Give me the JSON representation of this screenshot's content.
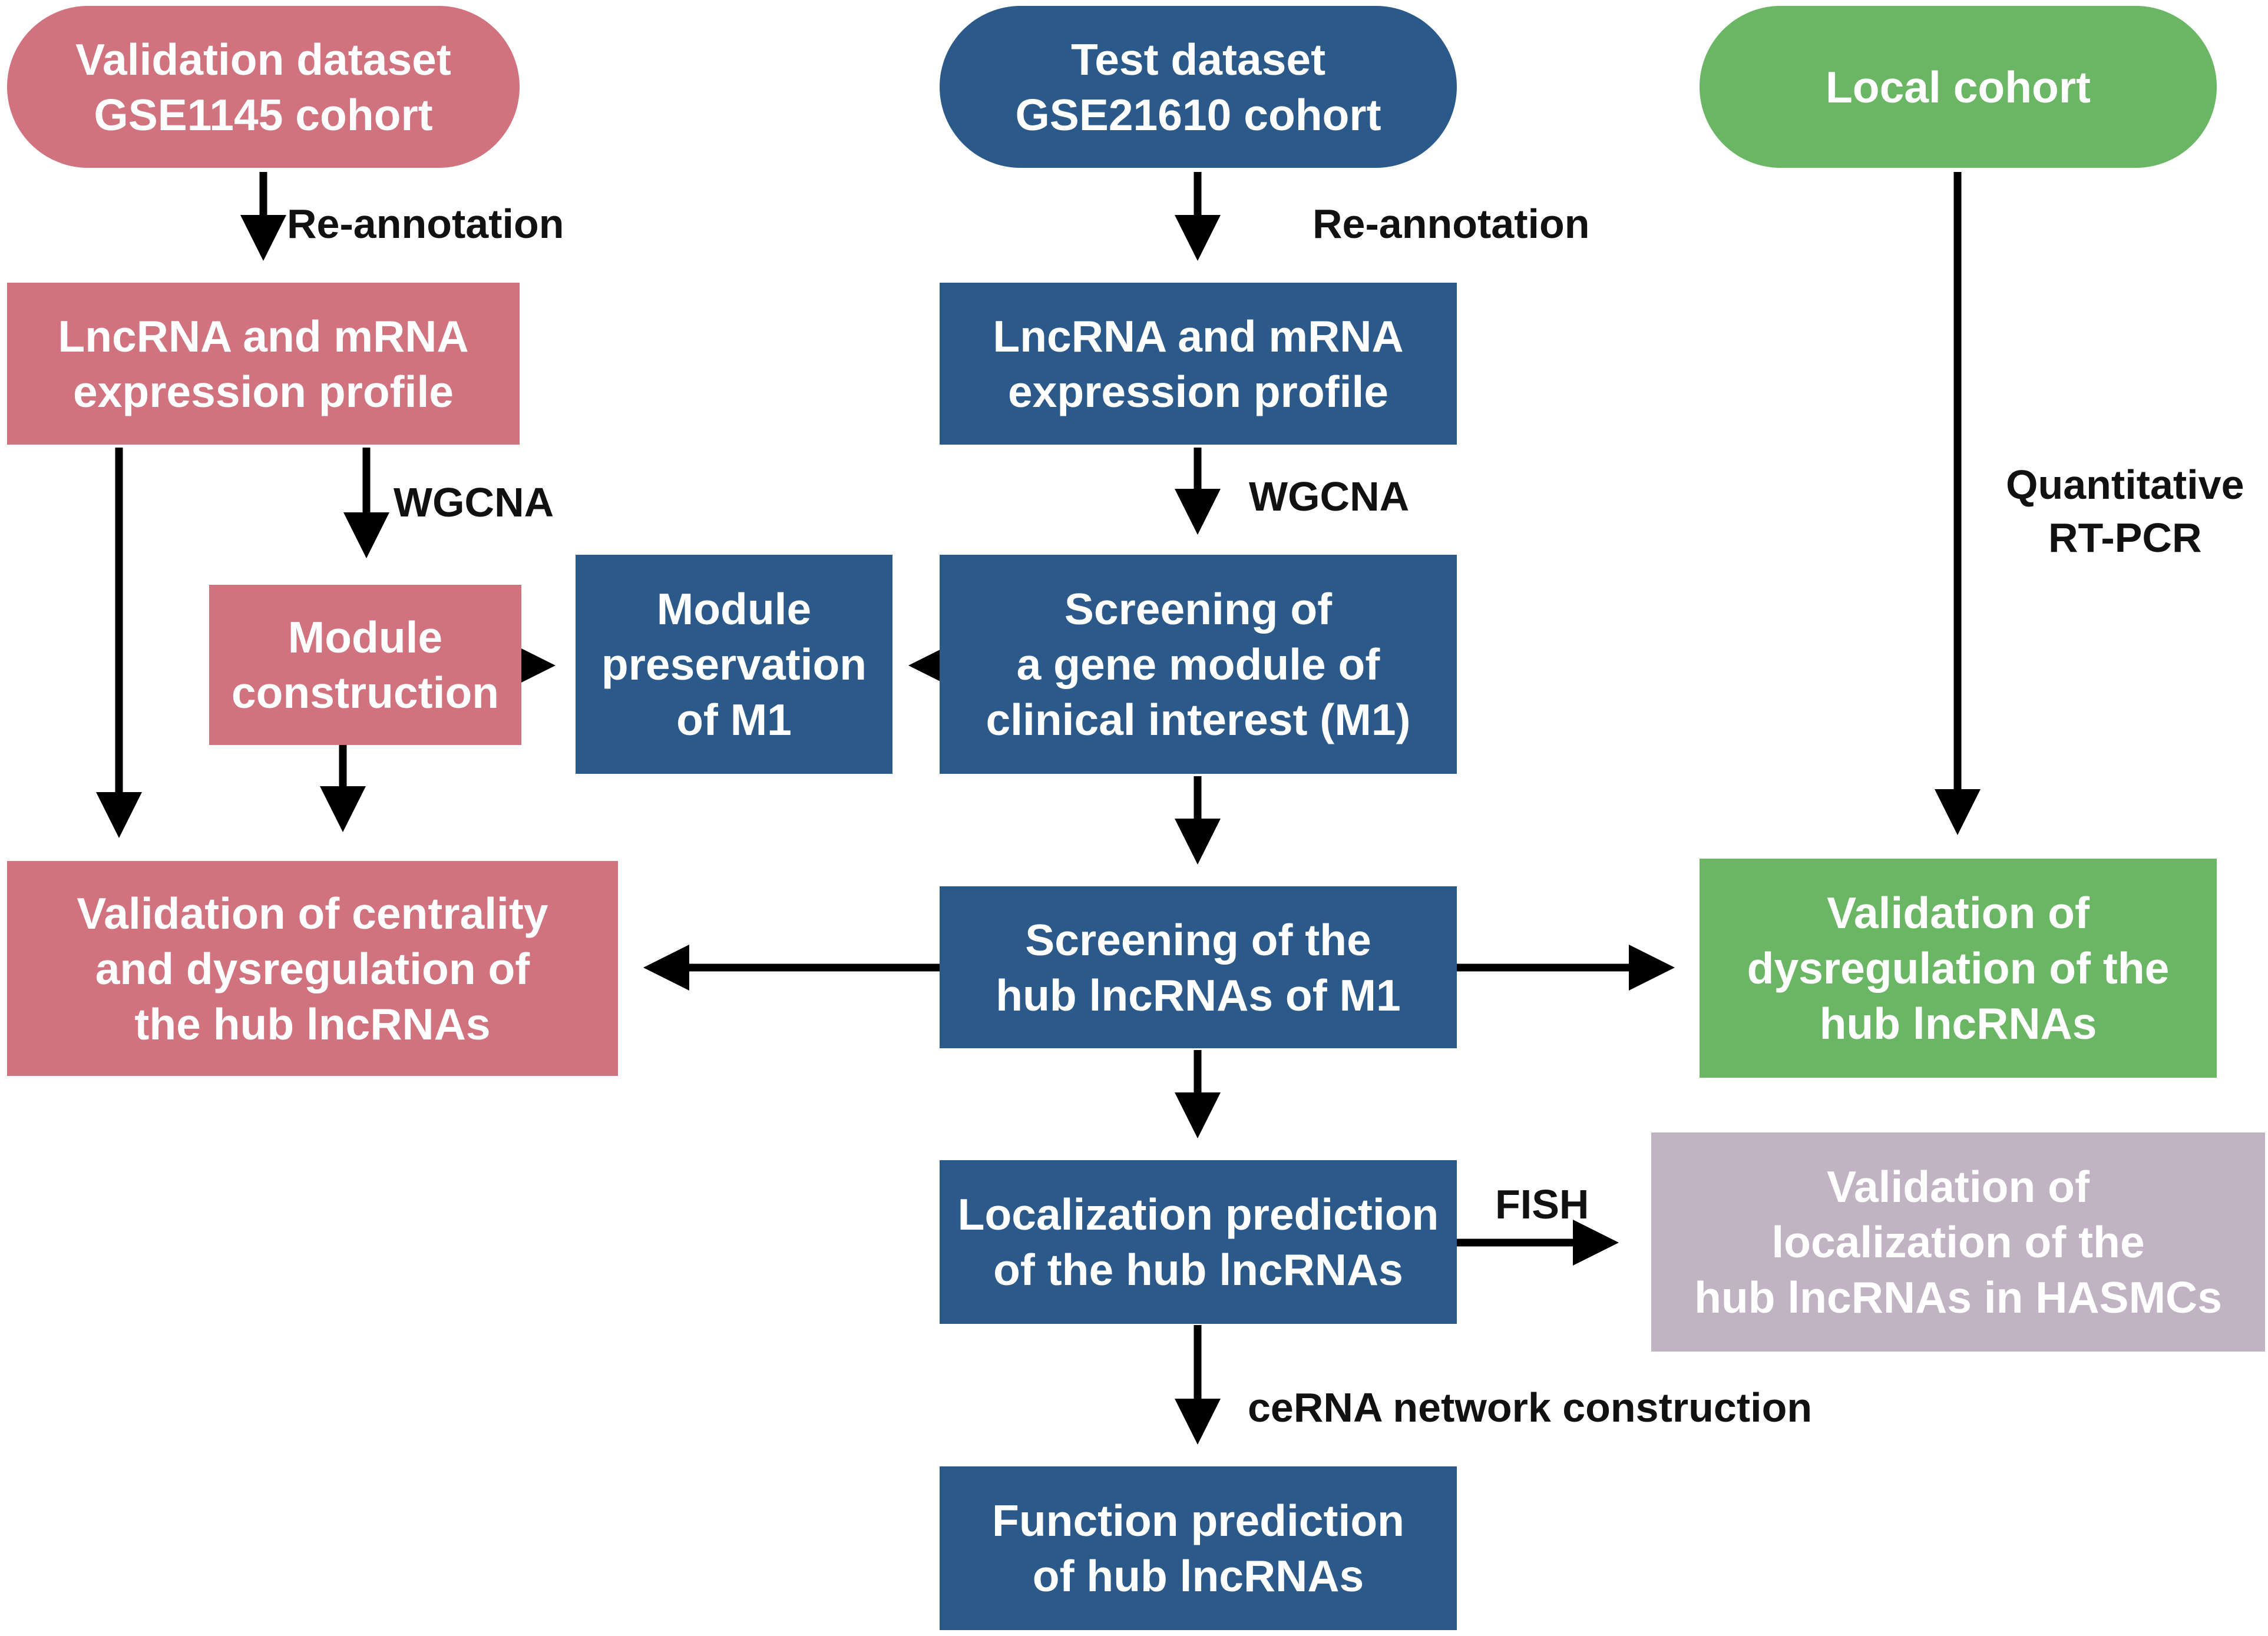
{
  "nodes": {
    "validation_dataset": "Validation dataset\nGSE1145 cohort",
    "test_dataset": "Test dataset\nGSE21610 cohort",
    "local_cohort": "Local cohort",
    "lnc_mrna_left": "LncRNA and mRNA\nexpression profile",
    "lnc_mrna_center": "LncRNA and mRNA\nexpression profile",
    "module_construction": "Module\nconstruction",
    "module_preservation": "Module\npreservation\nof M1",
    "screening_module": "Screening of\na gene module of\nclinical interest (M1)",
    "validation_centrality": "Validation of centrality\nand dysregulation of\nthe hub lncRNAs",
    "screening_hub": "Screening of the\nhub lncRNAs of M1",
    "validation_dysregulation": "Validation of\ndysregulation of the\nhub lncRNAs",
    "localization_prediction": "Localization prediction\nof the hub lncRNAs",
    "validation_localization": "Validation of\nlocalization of the\nhub lncRNAs in HASMCs",
    "function_prediction": "Function prediction\nof hub lncRNAs"
  },
  "edge_labels": {
    "reannotation_left": "Re-annotation",
    "reannotation_center": "Re-annotation",
    "wgcna_left": "WGCNA",
    "wgcna_center": "WGCNA",
    "quantitative_rtpcr": "Quantitative\nRT-PCR",
    "fish": "FISH",
    "cerna": "ceRNA network construction"
  },
  "colors": {
    "validation_pink": "#d1737f",
    "test_blue": "#2b5a8a",
    "local_green": "#6bb665",
    "localization_mauve": "#c2b3c4",
    "arrow": "#000000"
  }
}
